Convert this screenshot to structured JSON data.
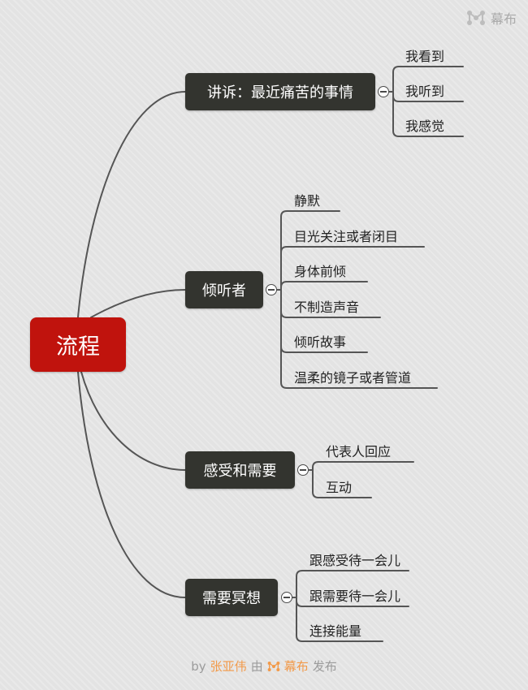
{
  "brand": {
    "icon": "mubu-logo-icon",
    "name": "幕布"
  },
  "mindmap": {
    "root": "流程",
    "branches": [
      {
        "label": "讲诉：最近痛苦的事情",
        "children": [
          "我看到",
          "我听到",
          "我感觉"
        ]
      },
      {
        "label": "倾听者",
        "children": [
          "静默",
          "目光关注或者闭目",
          "身体前倾",
          "不制造声音",
          "倾听故事",
          "温柔的镜子或者管道"
        ]
      },
      {
        "label": "感受和需要",
        "children": [
          "代表人回应",
          "互动"
        ]
      },
      {
        "label": "需要冥想",
        "children": [
          "跟感受待一会儿",
          "跟需要待一会儿",
          "连接能量"
        ]
      }
    ]
  },
  "footer": {
    "by": "by",
    "author": "张亚伟",
    "via": "由",
    "product": "幕布",
    "action": "发布"
  },
  "colors": {
    "root": "#c0130d",
    "branch": "#33342f",
    "line": "#555555",
    "accent": "#f29a4a"
  }
}
